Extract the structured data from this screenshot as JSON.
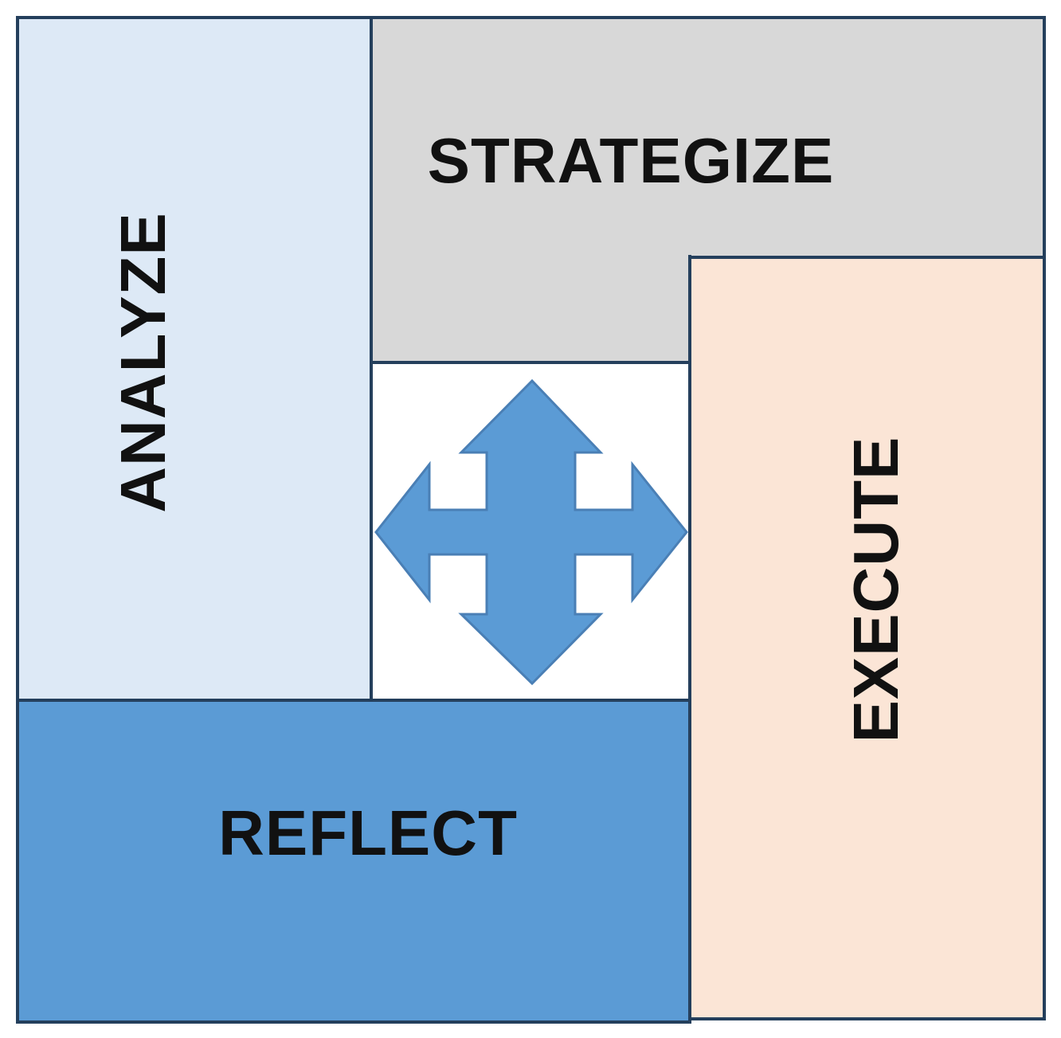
{
  "labels": {
    "analyze": "ANALYZE",
    "strategize": "STRATEGIZE",
    "reflect": "REFLECT",
    "execute": "EXECUTE"
  },
  "colors": {
    "analyze_fill": "#dde9f6",
    "strategize_fill": "#d8d8d8",
    "reflect_fill": "#5b9bd5",
    "execute_fill": "#fbe5d6",
    "center_fill": "#ffffff",
    "border": "#243f5c",
    "arrow_fill": "#5b9bd5",
    "arrow_stroke": "#4a7fb5"
  },
  "icons": {
    "center": "four-way-arrow-icon"
  }
}
